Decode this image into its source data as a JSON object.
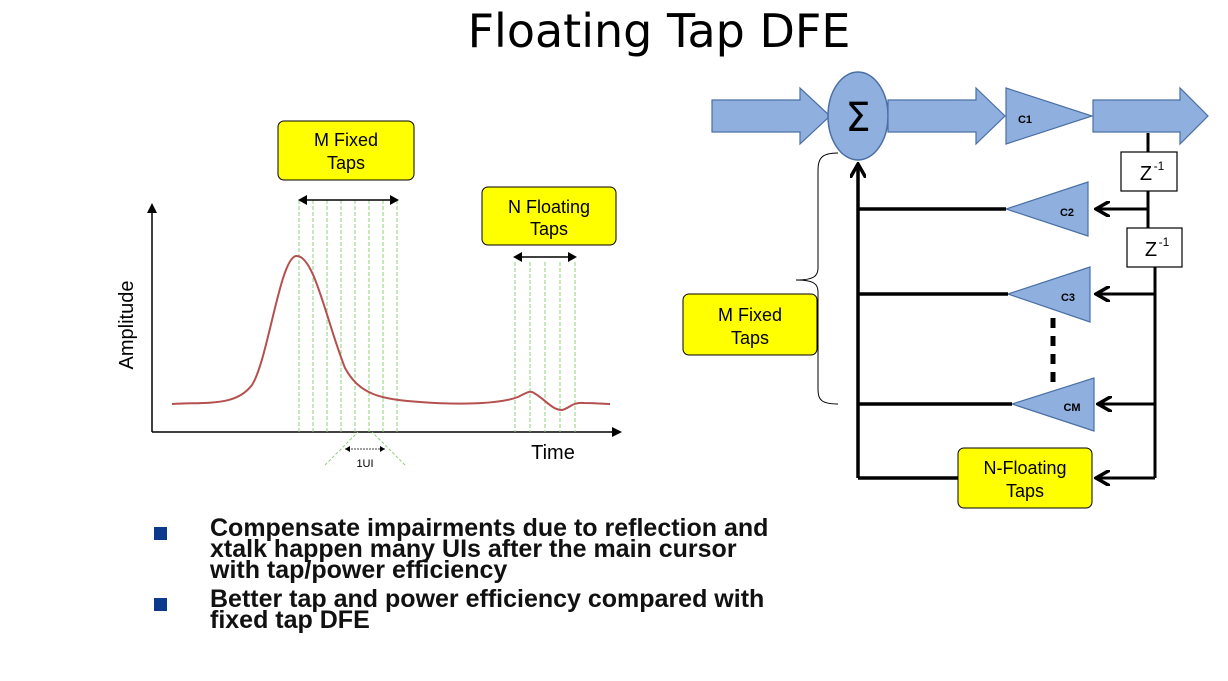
{
  "slide": {
    "title": "Floating Tap DFE"
  },
  "left_plot": {
    "y_label": "Amplitude",
    "x_label": "Time",
    "ui_label": "1UI",
    "m_box": [
      "M Fixed",
      "Taps"
    ],
    "n_box": [
      "N Floating",
      "Taps"
    ]
  },
  "block_diagram": {
    "sum_symbol": "Σ",
    "c1": "C1",
    "c2": "C2",
    "c3": "C3",
    "cm": "CM",
    "delay_base": "Z",
    "delay_exp": "-1",
    "m_box": [
      "M Fixed",
      "Taps"
    ],
    "n_box": [
      "N-Floating",
      "Taps"
    ]
  },
  "bullets": [
    "Compensate impairments due to reflection and xtalk happen many UIs after the main cursor with tap/power efficiency",
    "Better tap and power efficiency compared with fixed tap DFE"
  ],
  "colors": {
    "accent_blue": "#8fb0de",
    "blue_stroke": "#4a6fa5",
    "yellow_box": "#ffff00",
    "curve": "#b5504f",
    "tap_lines": "#8fd07a",
    "bullet_square": "#0b3a8c"
  }
}
